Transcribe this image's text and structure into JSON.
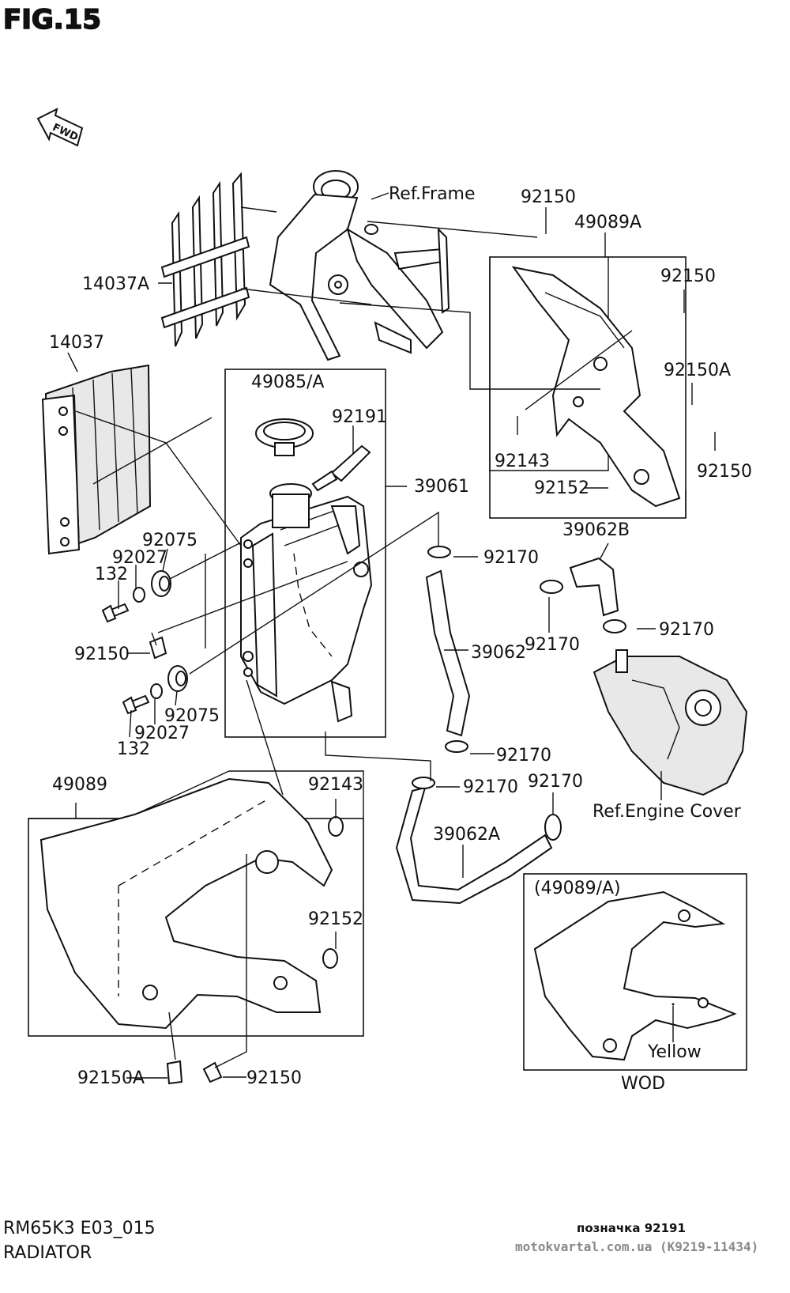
{
  "figure_title": "FIG.15",
  "fwd_label": "FWD",
  "labels": {
    "ref_frame": "Ref.Frame",
    "p92150_top": "92150",
    "p49089A": "49089A",
    "p92150_r1": "92150",
    "p14037A": "14037A",
    "p92150A_r": "92150A",
    "p14037": "14037",
    "p49085A": "49085/A",
    "p92191": "92191",
    "p92143_r": "92143",
    "p92150_r2": "92150",
    "p39061": "39061",
    "p92152_r": "92152",
    "p92075_a": "92075",
    "p39062B": "39062B",
    "p92027_a": "92027",
    "p92170_a": "92170",
    "p132_a": "132",
    "p92170_b": "92170",
    "p92150_l": "92150",
    "p39062": "39062",
    "p92170_c": "92170",
    "p92075_b": "92075",
    "p92027_b": "92027",
    "p132_b": "132",
    "p92170_d": "92170",
    "p92170_e": "92170",
    "p92170_f": "92170",
    "p49089": "49089",
    "p92143_b": "92143",
    "ref_engine_cover": "Ref.Engine Cover",
    "p39062A": "39062A",
    "p49089A_box": "(49089/A)",
    "p92152_b": "92152",
    "yellow": "Yellow",
    "p92150A_b": "92150A",
    "p92150_b": "92150",
    "wod": "WOD"
  },
  "footer": {
    "model_code": "RM65K3 E03_015",
    "section_name": "RADIATOR",
    "marking": "позначка 92191",
    "watermark": "motokvartal.com.ua (K9219-11434)"
  }
}
